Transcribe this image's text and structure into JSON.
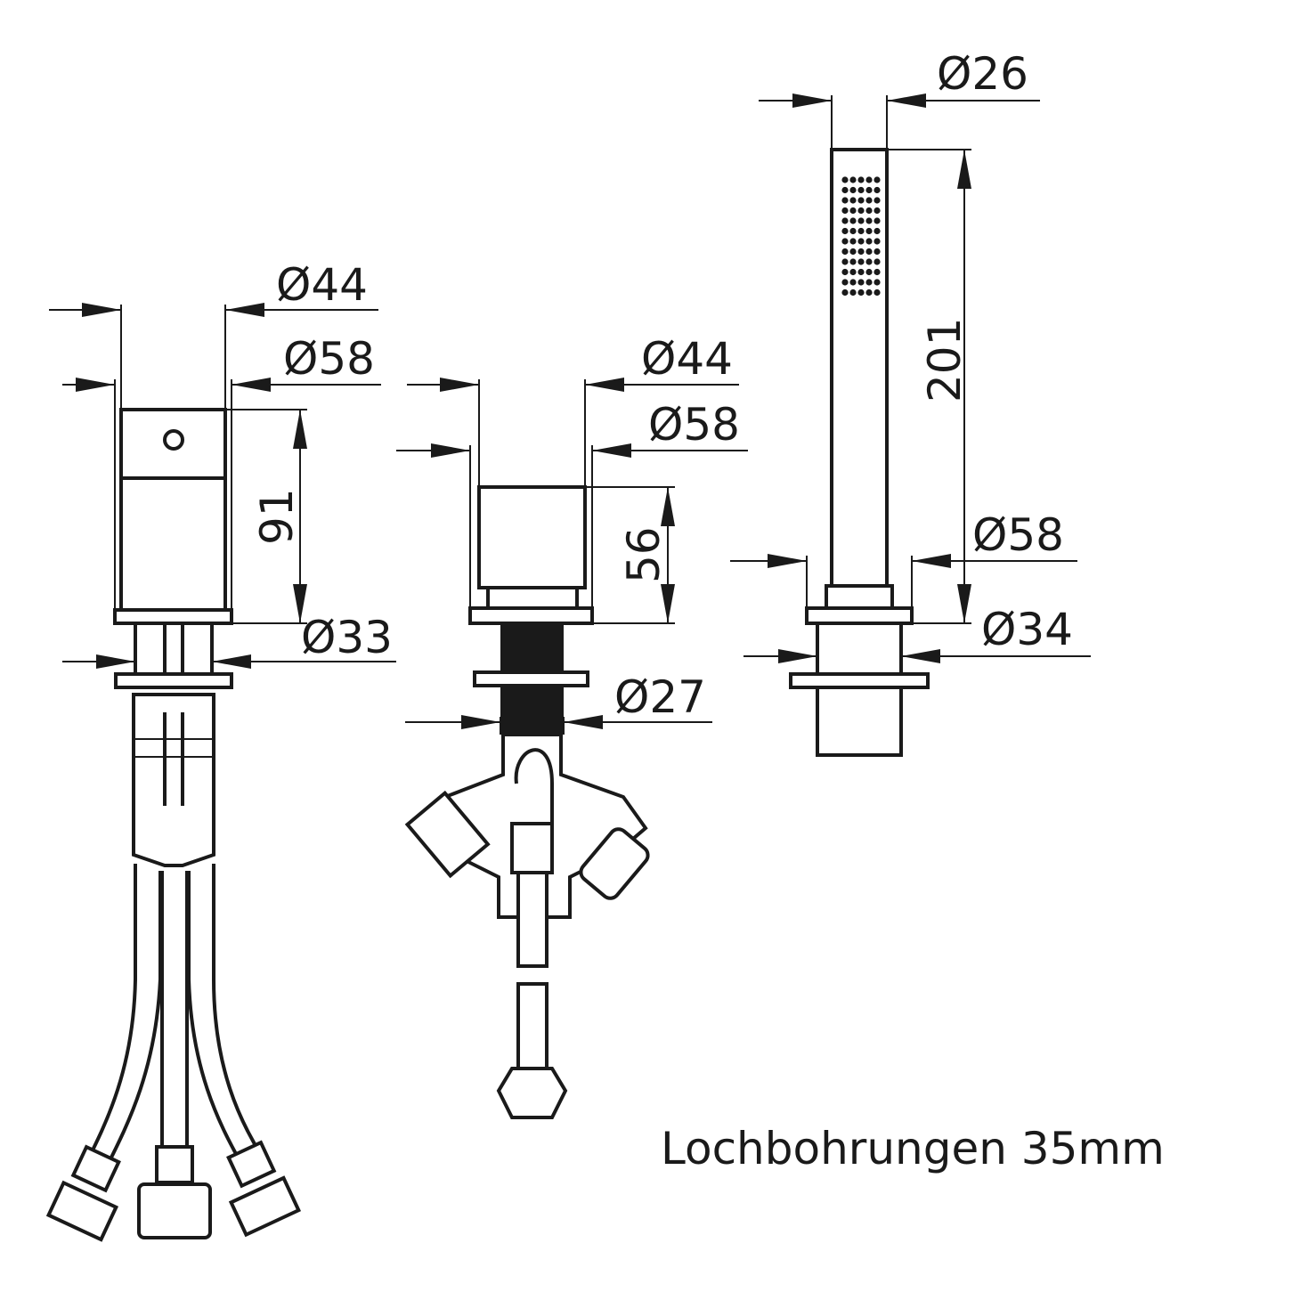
{
  "drawing": {
    "left_fixture": {
      "dia_top": "Ø44",
      "dia_flange": "Ø58",
      "height": "91",
      "dia_shank": "Ø33"
    },
    "middle_fixture": {
      "dia_top": "Ø44",
      "dia_flange": "Ø58",
      "height": "56",
      "dia_shank": "Ø27"
    },
    "right_fixture": {
      "dia_handle": "Ø26",
      "height": "201",
      "dia_flange": "Ø58",
      "dia_shank": "Ø34"
    },
    "caption": "Lochbohrungen 35mm"
  },
  "colors": {
    "ink": "#1a1a1a",
    "background": "#ffffff"
  }
}
